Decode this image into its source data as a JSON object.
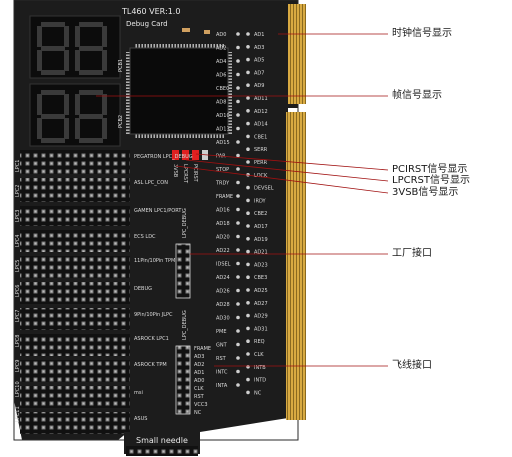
{
  "board": {
    "model": "TL460 VER:1.0",
    "subtitle": "Debug Card",
    "bottom_tag": "Small needle",
    "chip_label_top": "PCB1",
    "chip_label_bottom": "PCB2"
  },
  "annotations": [
    {
      "text": "时钟信号显示"
    },
    {
      "text": "帧信号显示"
    },
    {
      "text": "PCIRST信号显示"
    },
    {
      "text": "LPCRST信号显示"
    },
    {
      "text": "3VSB信号显示"
    },
    {
      "text": "工厂接口"
    },
    {
      "text": "飞线接口"
    }
  ],
  "connector_labels": [
    "PEGATRON LPC_DEBUG",
    "ASL LPC_CON",
    "GAMEN LPC1/PORT",
    "ECS LDC",
    "11Pin/10Pin TPM",
    "DEBUG",
    "9Pin/10Pin JLPC",
    "ASROCK LPC1",
    "ASROCK TPM",
    "msi",
    "ASUS"
  ],
  "left_signals": [
    "AD0",
    "AD2",
    "AD4",
    "AD6",
    "CBE0",
    "AD8",
    "AD10",
    "AD13",
    "AD15",
    "PAR",
    "STOP",
    "TRDY",
    "FRAME",
    "AD16",
    "AD18",
    "AD20",
    "AD22",
    "IDSEL",
    "AD24",
    "AD26",
    "AD28",
    "AD30",
    "PME",
    "GNT",
    "RST",
    "INTC",
    "INTA"
  ],
  "right_signals": [
    "AD1",
    "AD3",
    "AD5",
    "AD7",
    "AD9",
    "AD11",
    "AD12",
    "AD14",
    "CBE1",
    "SERR",
    "PERR",
    "LOCK",
    "DEVSEL",
    "IRDY",
    "CBE2",
    "AD17",
    "AD19",
    "AD21",
    "AD23",
    "CBE3",
    "AD25",
    "AD27",
    "AD29",
    "AD31",
    "REQ",
    "CLK",
    "INTB",
    "INTD",
    "NC"
  ],
  "led_labels": [
    "3VSB",
    "LPCRST",
    "PCIRST"
  ],
  "lpc_labels": [
    "LPC1",
    "LPC2",
    "LPC3",
    "LPC4",
    "LPC5",
    "LPC6",
    "LPC7",
    "LPC8",
    "LPC9",
    "LPC10",
    "LPC11"
  ],
  "header_labels": [
    "LPC_DEBUG",
    "LPC_DEBUG"
  ],
  "flywire_labels": [
    "FRAME",
    "AD3",
    "AD2",
    "AD1",
    "AD0",
    "CLK",
    "RST",
    "VCC3",
    "NC"
  ],
  "colors": {
    "board": "#1c1c1c",
    "gold": "#d4a43c",
    "led_red": "#e02020",
    "line": "#a01010"
  }
}
